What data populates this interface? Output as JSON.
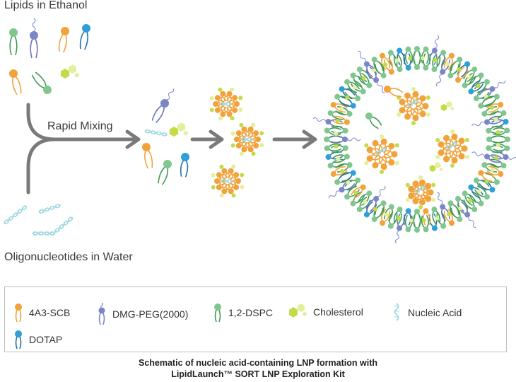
{
  "labels": {
    "lipids": "Lipids in Ethanol",
    "oligos": "Oligonucleotides in Water",
    "mixing": "Rapid Mixing"
  },
  "colors": {
    "orange": "#f2a23a",
    "purple": "#7b86c8",
    "green": "#80c78f",
    "blue": "#2d9fd9",
    "lime": "#c2dc48",
    "lime_light": "#e4ef9c",
    "nucleic": "#9fd8e2",
    "arrow": "#7a7a7a"
  },
  "legend": {
    "items": [
      {
        "label": "4A3-SCB",
        "icon": "orange-lipid-icon"
      },
      {
        "label": "DMG-PEG(2000)",
        "icon": "peg-lipid-icon"
      },
      {
        "label": "1,2-DSPC",
        "icon": "green-lipid-icon"
      },
      {
        "label": "Cholesterol",
        "icon": "cholesterol-icon"
      },
      {
        "label": "Nucleic Acid",
        "icon": "nucleic-acid-icon"
      },
      {
        "label": "DOTAP",
        "icon": "blue-lipid-icon"
      }
    ]
  },
  "caption": {
    "line1": "Schematic of nucleic acid-containing LNP formation with",
    "line2": "LipidLaunch™ SORT LNP Exploration Kit"
  }
}
